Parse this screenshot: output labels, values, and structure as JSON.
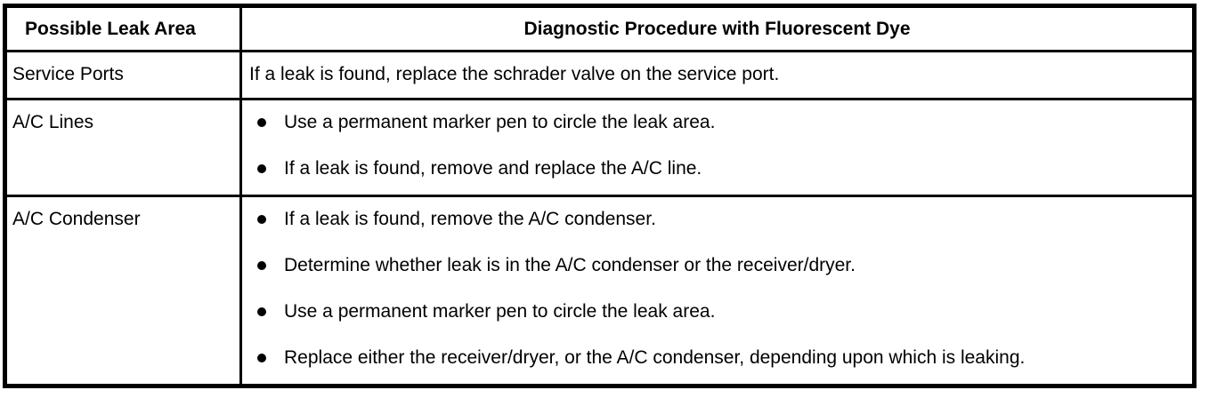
{
  "colors": {
    "background": "#ffffff",
    "border": "#000000",
    "text": "#000000"
  },
  "icons": {
    "bullet": "filled-circle"
  },
  "table": {
    "header": {
      "possible_leak_area": "Possible Leak Area",
      "diagnostic_procedure": "Diagnostic Procedure with Fluorescent Dye"
    },
    "rows": [
      {
        "area": "Service Ports",
        "text": "If a leak is found, replace the schrader valve on the service port.",
        "bullets": []
      },
      {
        "area": "A/C Lines",
        "bullets": [
          "Use a permanent marker pen to circle the leak area.",
          "If a leak is found, remove and replace the A/C line."
        ]
      },
      {
        "area": "A/C Condenser",
        "bullets": [
          "If a leak is found, remove the A/C condenser.",
          "Determine whether leak is in the A/C condenser or the receiver/dryer.",
          "Use a permanent marker pen to circle the leak area.",
          "Replace either the receiver/dryer, or the A/C condenser, depending upon which is leaking."
        ]
      }
    ]
  }
}
